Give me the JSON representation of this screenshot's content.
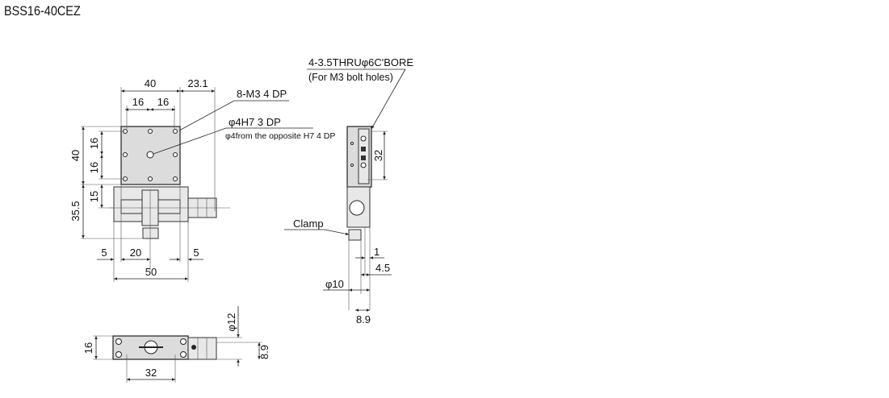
{
  "title": "BSS16-40CEZ",
  "front_view": {
    "dim_width_top": "40",
    "dim_overhang": "23.1",
    "dim_pitch_1": "16",
    "dim_pitch_2": "16",
    "dim_height": "40",
    "dim_vpitch_1": "16",
    "dim_vpitch_2": "16",
    "dim_15": "15",
    "dim_35_5": "35.5",
    "dim_5_left": "5",
    "dim_20": "20",
    "dim_5_right": "5",
    "dim_50": "50",
    "note_tapped": "8-M3 4 DP",
    "note_pin": "φ4H7 3 DP",
    "note_pin_sub": "φ4from the opposite H7 4 DP"
  },
  "side_view": {
    "note_bore": "4-3.5THRUφ6C'BORE",
    "note_bore_sub": "(For M3 bolt holes)",
    "dim_32": "32",
    "clamp_label": "Clamp",
    "dim_1": "1",
    "dim_4_5": "4.5",
    "dim_phi10": "φ10",
    "dim_8_9": "8.9"
  },
  "top_view": {
    "dim_16": "16",
    "dim_32": "32",
    "dim_phi12": "φ12",
    "dim_8_9": "8.9"
  }
}
